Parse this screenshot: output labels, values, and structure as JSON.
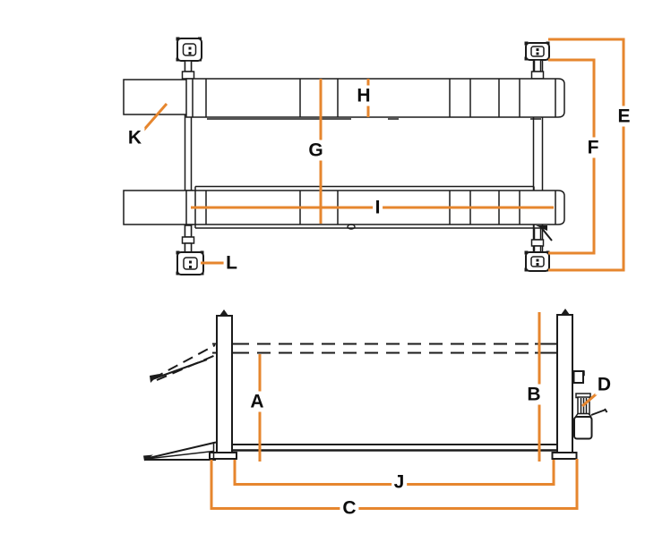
{
  "diagram_type": "four-post-lift-dimension-diagram",
  "colors": {
    "accent": "#E6862E",
    "ink": "#1b1b1b",
    "background": "#ffffff"
  },
  "labels": {
    "A": "A",
    "B": "B",
    "C": "C",
    "D": "D",
    "E": "E",
    "F": "F",
    "G": "G",
    "H": "H",
    "I": "I",
    "J": "J",
    "K": "K",
    "L": "L"
  }
}
